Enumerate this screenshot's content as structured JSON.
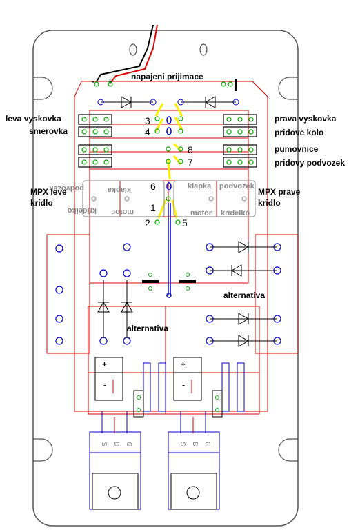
{
  "labels": {
    "napajeni": "napajeni prijimace",
    "leva_vyskovka": "leva vyskovka",
    "smerovka": "smerovka",
    "prava_vyskovka": "prava vyskovka",
    "pridove_kolo": "pridove kolo",
    "pumovnice": "pumovnice",
    "pridovy_podvozek": "pridovy podvozek",
    "mpx_leve_1": "MPX leve",
    "mpx_leve_2": "kridlo",
    "mpx_prave_1": "MPX prave",
    "mpx_prave_2": "kridlo",
    "alternativa_right": "alternativa",
    "alternativa_center": "alternativa",
    "klapka_mirror": "klapka",
    "podvozek_mirror": "podvozek",
    "motor_mirror": "motor",
    "kridelko_mirror": "kridelko",
    "klapka": "klapka",
    "podvozek": "podvozek",
    "motor": "motor",
    "kridelko": "kridelko"
  },
  "numbers": [
    "3",
    "4",
    "8",
    "7",
    "6",
    "1",
    "2",
    "5"
  ],
  "mosfet_pins": {
    "s": "S",
    "d": "D",
    "g": "G"
  },
  "polarity": {
    "plus": "+",
    "minus": "-",
    "minus_left": "-"
  },
  "colors": {
    "outline": "#555555",
    "red": "#e00000",
    "green": "#00aa00",
    "blue": "#0000cc",
    "yellow": "#ffee00",
    "black": "#000000"
  }
}
